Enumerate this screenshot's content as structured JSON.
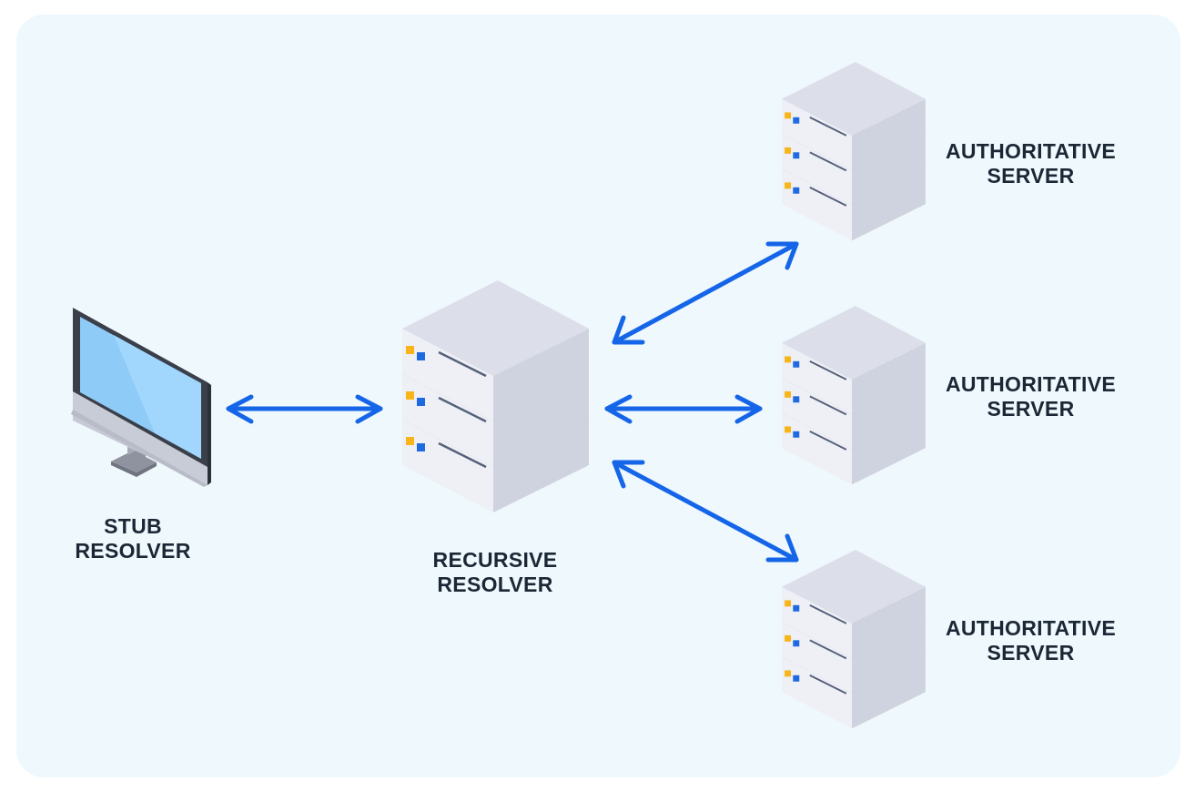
{
  "nodes": {
    "stub": {
      "line1": "STUB",
      "line2": "RESOLVER"
    },
    "recursive": {
      "line1": "RECURSIVE",
      "line2": "RESOLVER"
    },
    "auth_top": {
      "line1": "AUTHORITATIVE",
      "line2": "SERVER"
    },
    "auth_middle": {
      "line1": "AUTHORITATIVE",
      "line2": "SERVER"
    },
    "auth_bottom": {
      "line1": "AUTHORITATIVE",
      "line2": "SERVER"
    }
  },
  "colors": {
    "background": "#eff8fd",
    "arrow": "#1565e8",
    "text": "#1b2735",
    "led_yellow": "#f7b519",
    "led_blue": "#1f6ae0"
  },
  "icons": {
    "computer": "monitor-icon",
    "server": "server-stack-icon"
  }
}
